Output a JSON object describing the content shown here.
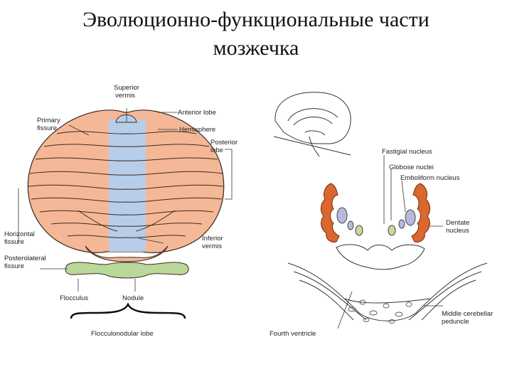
{
  "title": {
    "line1": "Эволюционно-функциональные части",
    "line2": "мозжечка"
  },
  "left_diagram": {
    "labels": {
      "superior_vermis": [
        "Superior",
        "vermis"
      ],
      "anterior_lobe": "Anterior lobe",
      "hemisphere": "Hemisphere",
      "posterior_lobe": [
        "Posterior",
        "lobe"
      ],
      "primary_fissure": [
        "Primary",
        "fissure"
      ],
      "horizontal_fissure": [
        "Horizontal",
        "fissure"
      ],
      "inferior_vermis": [
        "Inferior",
        "vermis"
      ],
      "posterolateral_fissure": [
        "Posterolateral",
        "fissure"
      ],
      "flocculus": "Flocculus",
      "nodule": "Nodule",
      "flocculonodular_lobe": "Flocculonodular lobe"
    },
    "colors": {
      "hemisphere_fill": "#f5b896",
      "vermis_fill": "#b8cde8",
      "flocculonodular_fill": "#b9d89a",
      "outline": "#3a2a24"
    }
  },
  "right_diagram": {
    "labels": {
      "fastigial_nucleus": "Fastigial nucleus",
      "globose_nuclei": "Globose nuclei",
      "emboliform_nucleus": "Emboliform nucleus",
      "dentate_nucleus": [
        "Dentate",
        "nucleus"
      ],
      "middle_cerebellar_peduncle": [
        "Middle cerebellar",
        "peduncle"
      ],
      "fourth_ventricle": "Fourth ventricle"
    },
    "colors": {
      "dentate_fill": "#d9672e",
      "globose_fill": "#b7b9dc",
      "fastigial_fill": "#c8dc9a",
      "outline": "#333333"
    }
  }
}
